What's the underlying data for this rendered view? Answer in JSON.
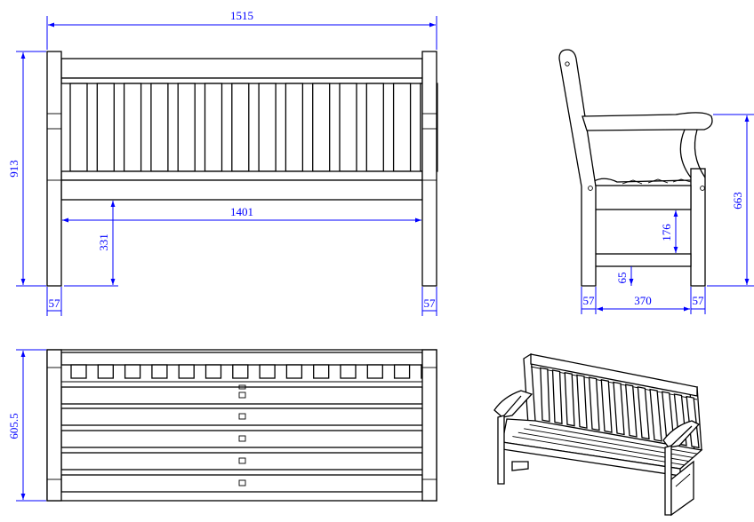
{
  "dimensions": {
    "overall_width": "1515",
    "overall_height": "913",
    "seat_inner_width": "1401",
    "seat_height": "331",
    "front_leg_left": "57",
    "front_leg_right": "57",
    "side_leg_front": "57",
    "side_depth": "370",
    "side_leg_back": "57",
    "arm_height": "663",
    "rail_height": "176",
    "rail_clearance": "65",
    "overall_depth": "605.5"
  },
  "colors": {
    "dimension": "#0000ff",
    "line": "#000000"
  }
}
